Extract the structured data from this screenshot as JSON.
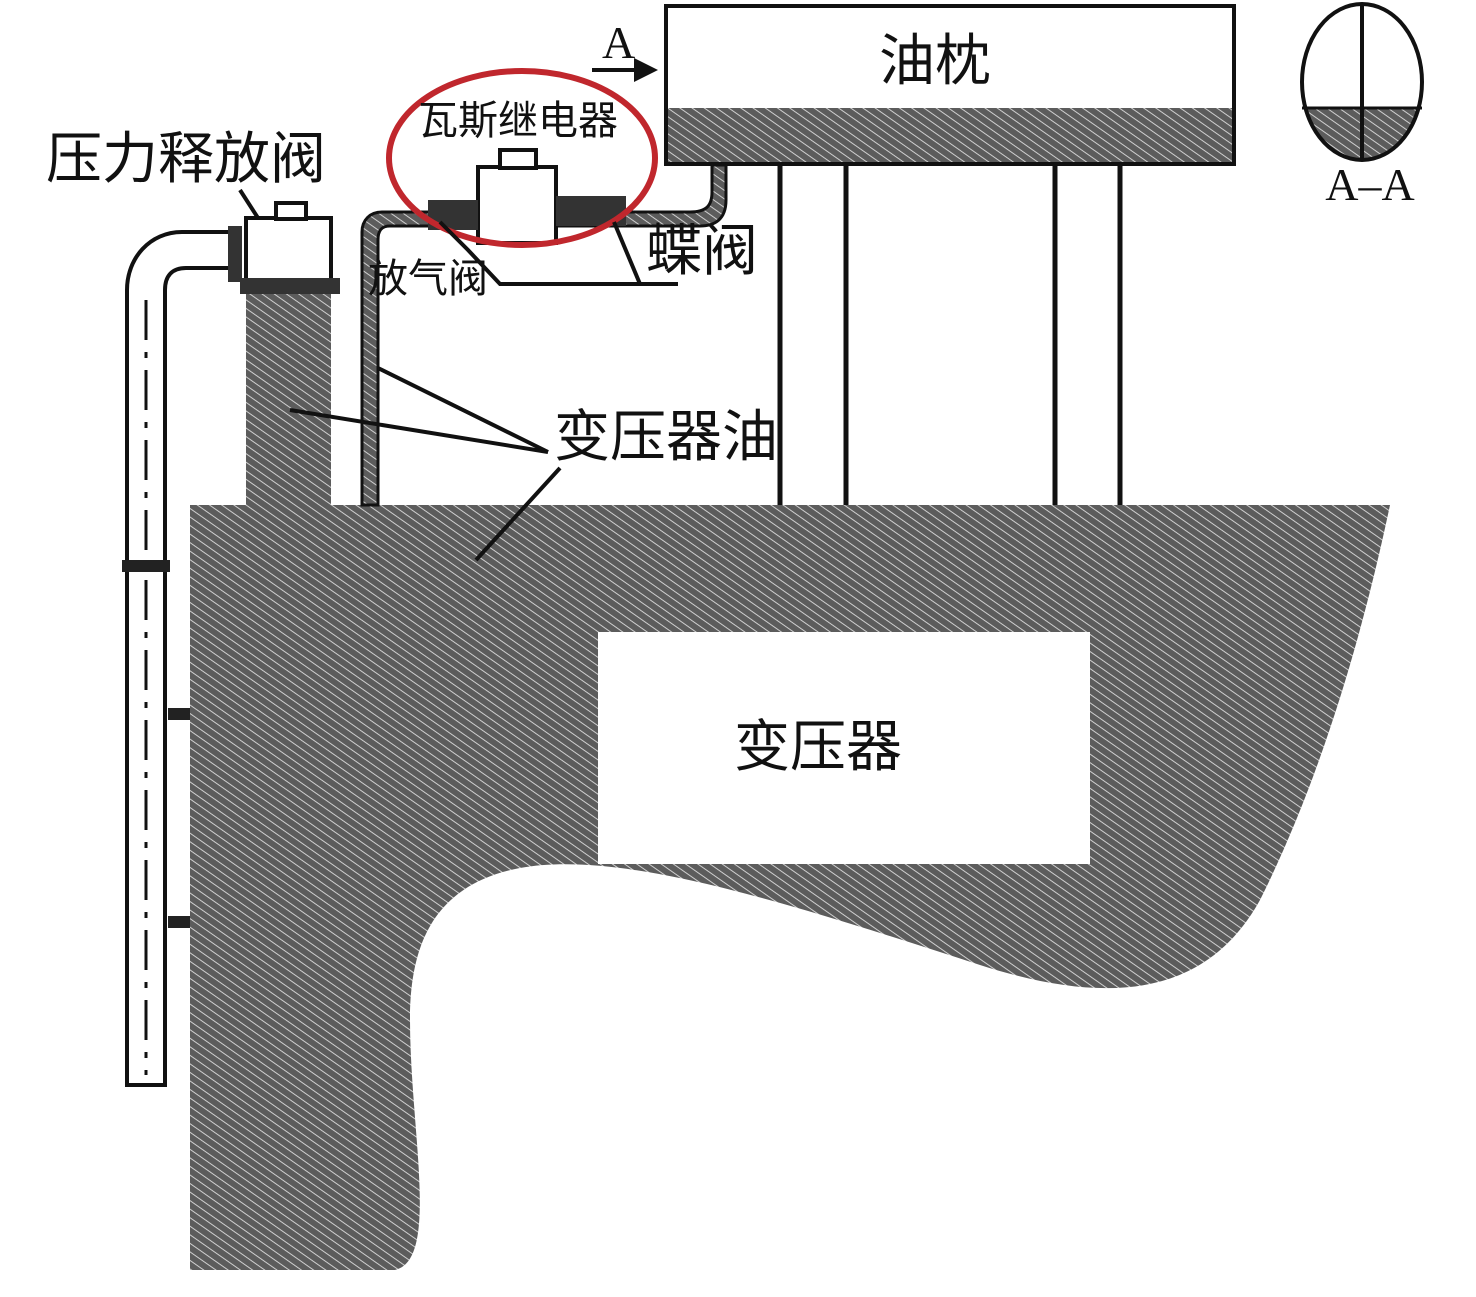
{
  "labels": {
    "conservator": "油枕",
    "gas_relay": "瓦斯继电器",
    "pressure_relief_valve": "压力释放阀",
    "butterfly_valve": "蝶阀",
    "bleed_valve": "放气阀",
    "transformer_oil": "变压器油",
    "transformer": "变压器",
    "view_arrow": "A",
    "section_view": "A–A"
  },
  "colors": {
    "oil_fill": "#5c5c5c",
    "hatch_line": "#d0d0d0",
    "outline": "#111111",
    "highlight_circle": "#c0272d",
    "background": "#ffffff"
  }
}
